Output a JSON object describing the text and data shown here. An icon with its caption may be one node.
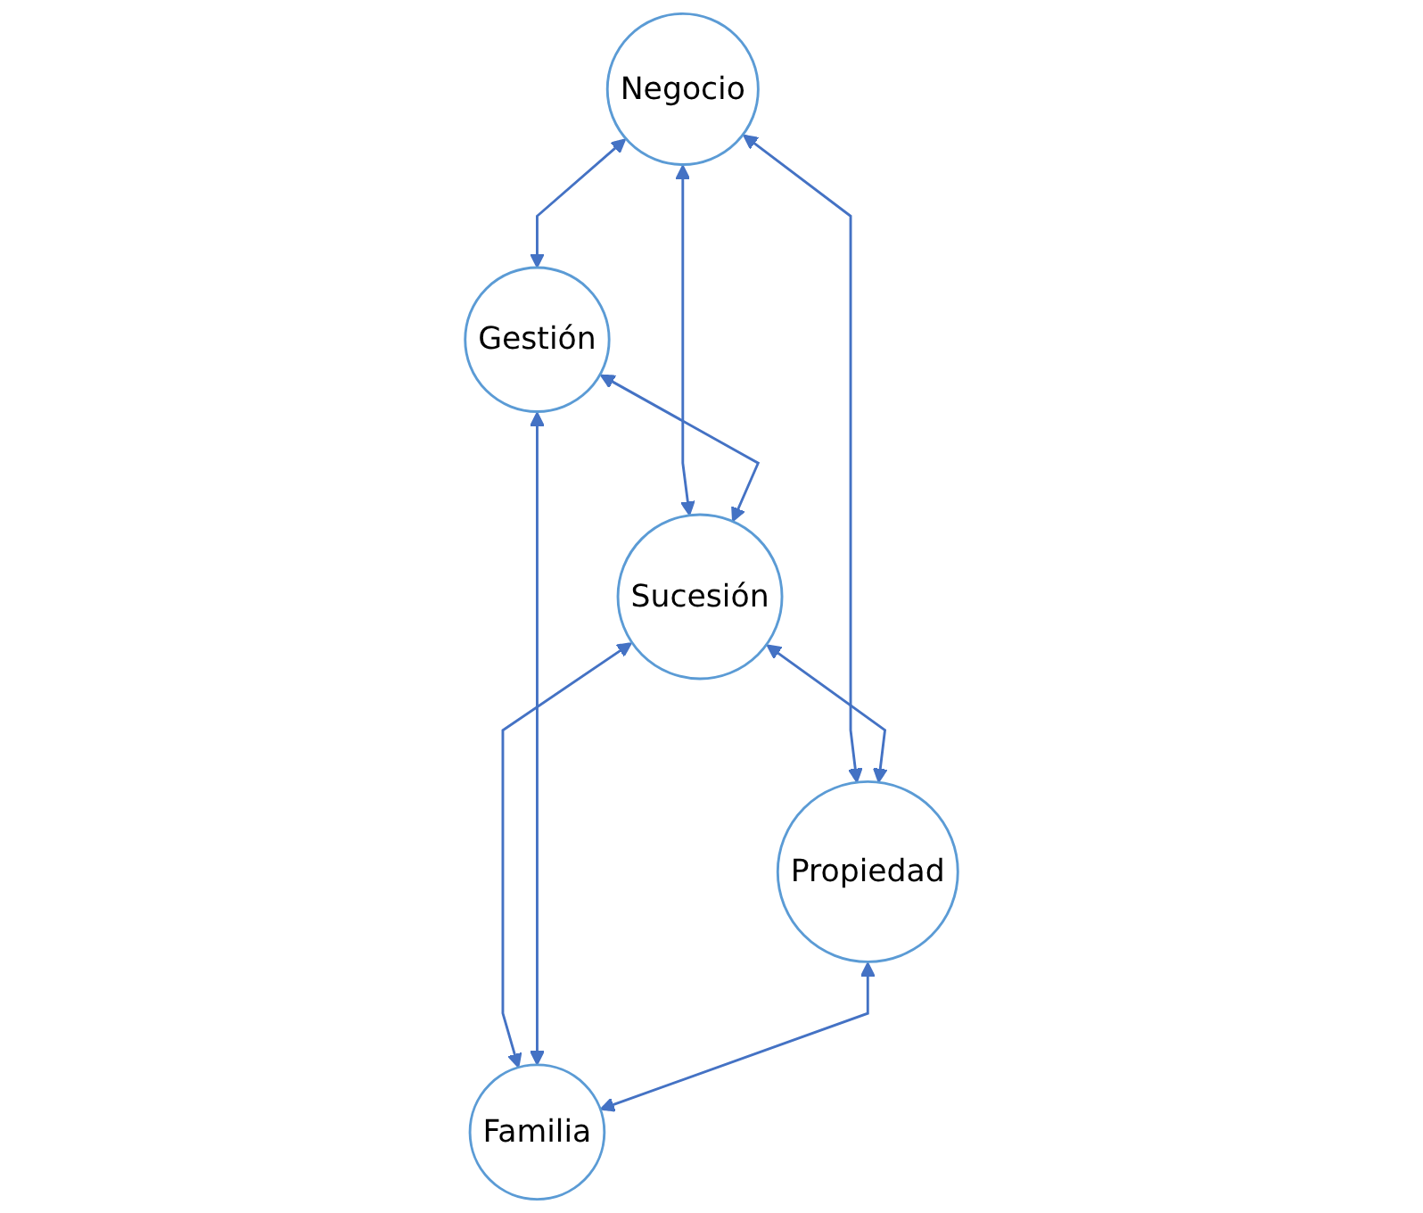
{
  "diagram": {
    "nodes": [
      {
        "text": [
          "Negocio"
        ]
      },
      {
        "text": [
          "Gestión"
        ]
      },
      {
        "text": [
          "Sucesión"
        ]
      },
      {
        "text": [
          "Propiedad"
        ]
      },
      {
        "text": [
          "Familia"
        ]
      }
    ],
    "edges": [
      {
        "from": 0,
        "to": 1,
        "arrow": "both"
      },
      {
        "from": 0,
        "to": 2,
        "arrow": "both"
      },
      {
        "from": 0,
        "to": 3,
        "arrow": "both"
      },
      {
        "from": 1,
        "to": 2,
        "arrow": "both"
      },
      {
        "from": 2,
        "to": 3,
        "arrow": "both"
      },
      {
        "from": 2,
        "to": 4,
        "arrow": "both"
      },
      {
        "from": 1,
        "to": 4,
        "arrow": "both"
      },
      {
        "from": 3,
        "to": 4,
        "arrow": "both"
      }
    ]
  }
}
